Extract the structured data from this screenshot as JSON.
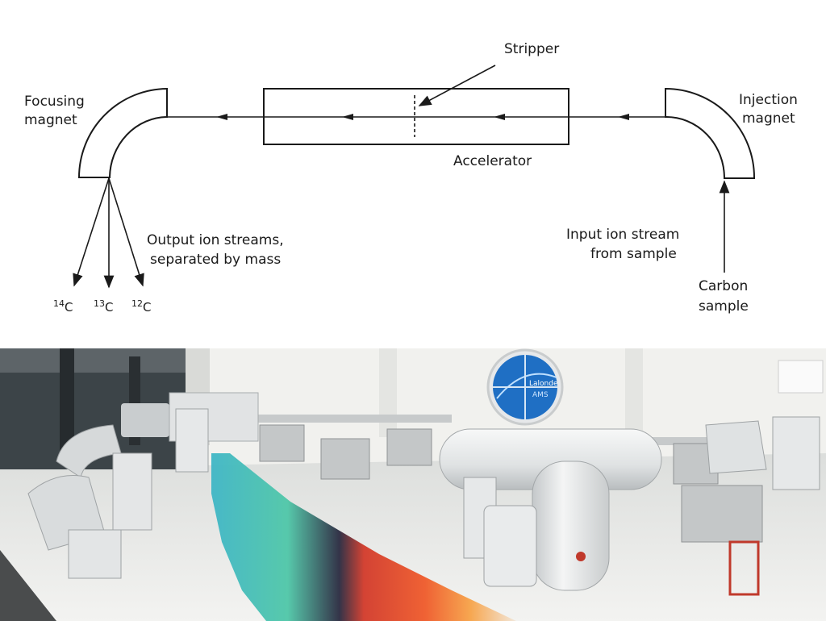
{
  "diagram": {
    "labels": {
      "stripper": "Stripper",
      "accelerator": "Accelerator",
      "focusing_magnet_line1": "Focusing",
      "focusing_magnet_line2": "magnet",
      "injection_magnet_line1": "Injection",
      "injection_magnet_line2": "magnet",
      "output_line1": "Output ion streams,",
      "output_line2": "separated by mass",
      "input_line1": "Input ion stream",
      "input_line2": "from sample",
      "carbon_line1": "Carbon",
      "carbon_line2": "sample"
    },
    "isotopes": [
      {
        "mass": "14",
        "element": "C"
      },
      {
        "mass": "13",
        "element": "C"
      },
      {
        "mass": "12",
        "element": "C"
      }
    ]
  },
  "photo": {
    "window_logo_text": "Lalonde",
    "window_logo_text2": "AMS"
  },
  "colors": {
    "line": "#1a1a1a",
    "floor": "#e9eae8",
    "wall": "#f1f1ee",
    "equipment_white": "#e4e6e7",
    "cabinet_grey": "#b9bcbd",
    "window_blue": "#1f6fc4"
  }
}
